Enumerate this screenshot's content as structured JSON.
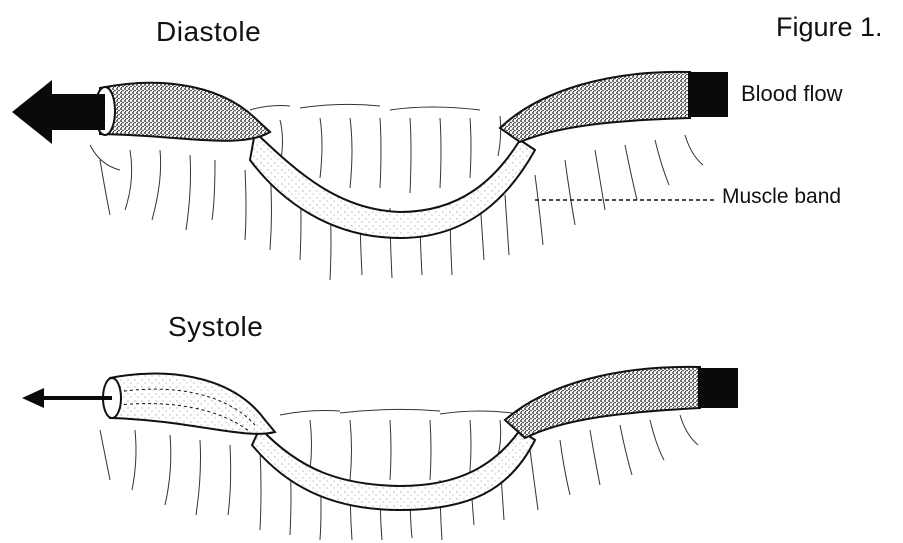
{
  "figure": {
    "figure_label": "Figure 1.",
    "panels": [
      {
        "title": "Diastole"
      },
      {
        "title": "Systole"
      }
    ],
    "annotations": {
      "blood_flow": "Blood flow",
      "muscle_band": "Muscle band"
    }
  }
}
